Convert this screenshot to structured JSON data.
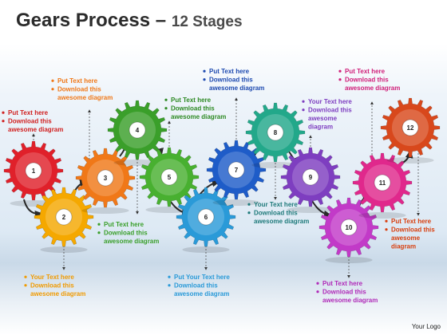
{
  "title": {
    "main": "Gears Process",
    "dash": " – ",
    "sub": "12 Stages"
  },
  "logo": "Your Logo",
  "stages": [
    {
      "num": "1",
      "color": "#e0202a"
    },
    {
      "num": "2",
      "color": "#f5a800"
    },
    {
      "num": "3",
      "color": "#f07818"
    },
    {
      "num": "4",
      "color": "#3a9f2a"
    },
    {
      "num": "5",
      "color": "#48b030"
    },
    {
      "num": "6",
      "color": "#2a9ad8"
    },
    {
      "num": "7",
      "color": "#1e5cc8"
    },
    {
      "num": "8",
      "color": "#22a88a"
    },
    {
      "num": "9",
      "color": "#7e3ec0"
    },
    {
      "num": "10",
      "color": "#c23ac8"
    },
    {
      "num": "11",
      "color": "#e0288c"
    },
    {
      "num": "12",
      "color": "#d8481c"
    }
  ],
  "labels": [
    {
      "color": "#d02020",
      "lines": [
        "Put Text here",
        "Download this",
        "awesome diagram"
      ]
    },
    {
      "color": "#f09a00",
      "lines": [
        "Your Text  here",
        "Download this",
        "awesome diagram"
      ]
    },
    {
      "color": "#f07818",
      "lines": [
        "Put Text here",
        "Download this",
        "awesome diagram"
      ]
    },
    {
      "color": "#3a9f2a",
      "lines": [
        "Put Text here",
        "Download this",
        "awesome diagram"
      ]
    },
    {
      "color": "#2e8a24",
      "lines": [
        "Put Text here",
        "Download this",
        "awesome diagram"
      ]
    },
    {
      "color": "#2a9ad8",
      "lines": [
        "Put Your Text here",
        "Download this",
        "awesome diagram"
      ]
    },
    {
      "color": "#1e4ab0",
      "lines": [
        "Put Text here",
        "Download this",
        "awesome diagram"
      ]
    },
    {
      "color": "#1e7a7a",
      "lines": [
        "Your Text here",
        "Download this",
        "awesome diagram"
      ]
    },
    {
      "color": "#7e3ec0",
      "lines": [
        "Your Text here",
        "Download this",
        "awesome",
        "diagram"
      ]
    },
    {
      "color": "#b02ab8",
      "lines": [
        "Put Text here",
        "Download this",
        "awesome diagram"
      ]
    },
    {
      "color": "#d0207a",
      "lines": [
        "Put Text here",
        "Download this",
        "awesome diagram"
      ]
    },
    {
      "color": "#d84010",
      "lines": [
        "Put Text here",
        "Download this",
        "awesome",
        "diagram"
      ]
    }
  ]
}
